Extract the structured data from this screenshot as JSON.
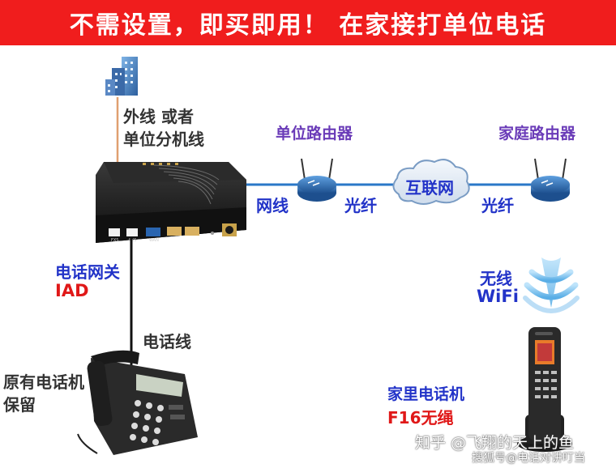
{
  "banner": {
    "text": "不需设置，即买即用！ 在家接打单位电话"
  },
  "labels": {
    "outside_line_1": "外线 或者",
    "outside_line_2": "单位分机线",
    "office_router": "单位路由器",
    "home_router": "家庭路由器",
    "network_cable": "网线",
    "fiber_left": "光纤",
    "internet": "互联网",
    "fiber_right": "光纤",
    "gateway_name": "电话网关",
    "gateway_model": "IAD",
    "phone_line": "电话线",
    "original_phone_1": "原有电话机",
    "original_phone_2": "保留",
    "wireless": "无线",
    "wifi": "WiFi",
    "home_phone": "家里电话机",
    "home_phone_model": "F16无绳"
  },
  "device_ports": [
    "FXS",
    "FXS",
    "WAN"
  ],
  "watermarks": {
    "zhihu": "知乎 @飞翔的天上的鱼",
    "sohu": "搜狐号@电话对讲叮当"
  },
  "colors": {
    "banner": "#f01d1d",
    "label_blue": "#2233c8",
    "label_purple": "#6a3bb8",
    "label_red": "#e01818",
    "cable_blue": "#2a78c8",
    "wire_orange": "#e0a070",
    "router_blue": "#2a6fb5"
  }
}
